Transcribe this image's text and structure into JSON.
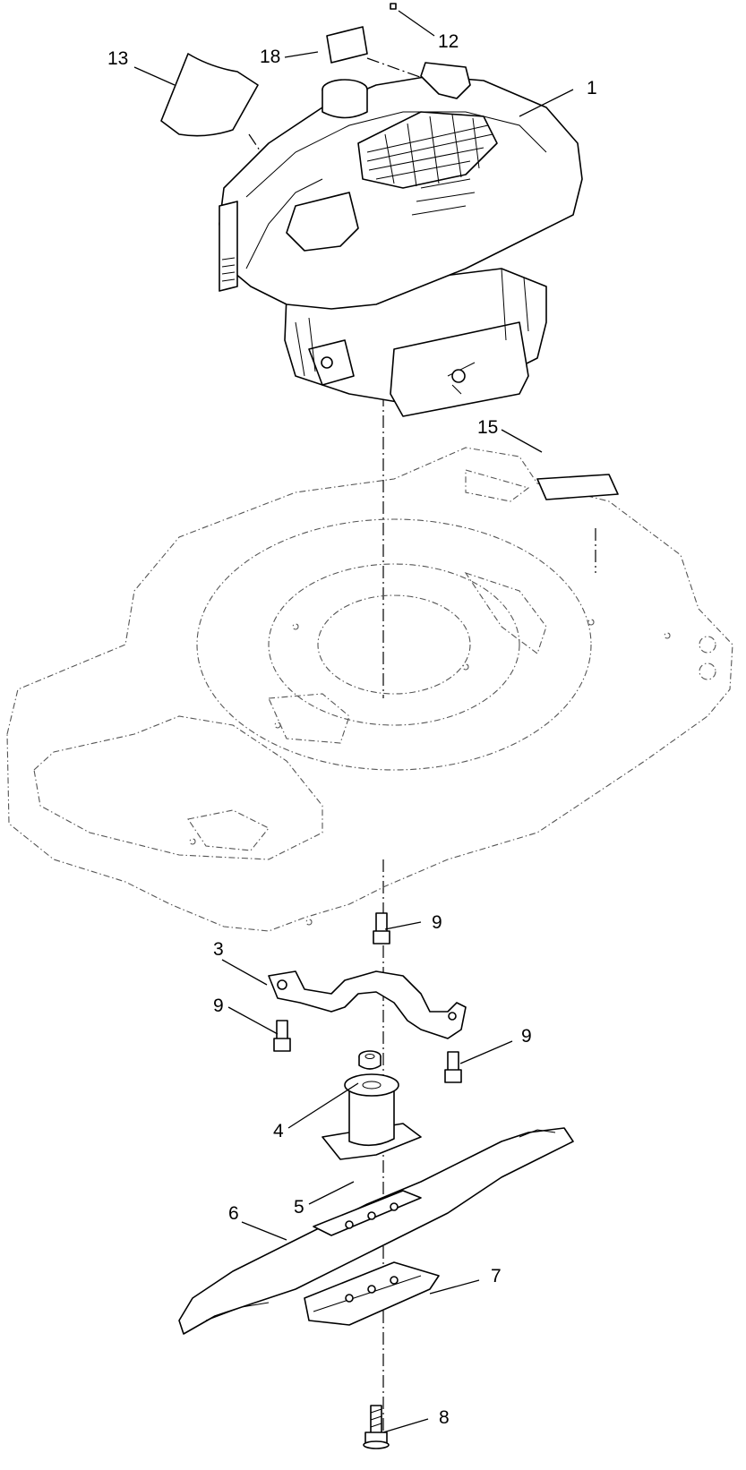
{
  "callouts": [
    {
      "id": "1",
      "label": "1"
    },
    {
      "id": "3",
      "label": "3"
    },
    {
      "id": "4",
      "label": "4"
    },
    {
      "id": "5",
      "label": "5"
    },
    {
      "id": "6",
      "label": "6"
    },
    {
      "id": "7",
      "label": "7"
    },
    {
      "id": "8",
      "label": "8"
    },
    {
      "id": "9a",
      "label": "9"
    },
    {
      "id": "9b",
      "label": "9"
    },
    {
      "id": "9c",
      "label": "9"
    },
    {
      "id": "12",
      "label": "12"
    },
    {
      "id": "13",
      "label": "13"
    },
    {
      "id": "15",
      "label": "15"
    },
    {
      "id": "18",
      "label": "18"
    }
  ]
}
